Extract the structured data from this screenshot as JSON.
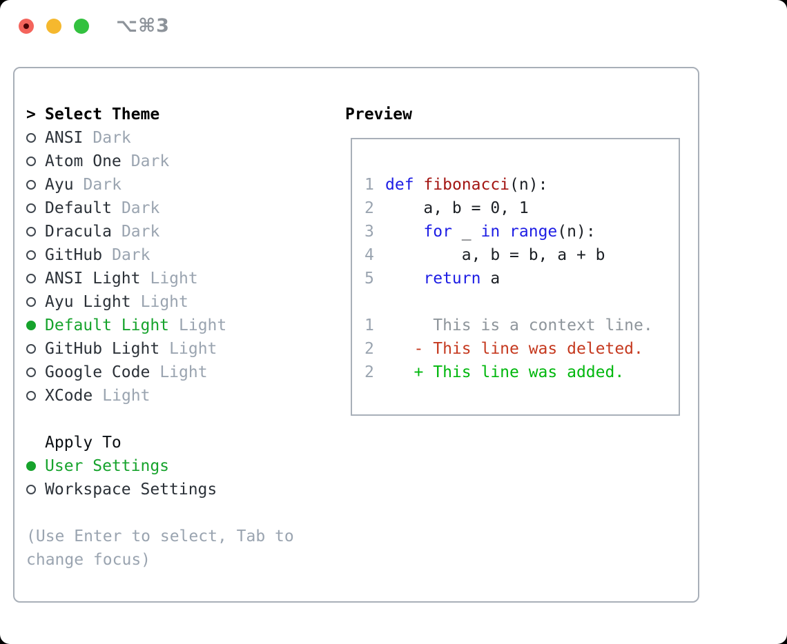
{
  "window": {
    "shortcut_label": "⌥⌘3"
  },
  "colors": {
    "traffic_red": "#f4645c",
    "traffic_red_dot": "#4a0406",
    "traffic_yellow": "#f5b82e",
    "traffic_green": "#33c13f",
    "panel_border": "#a8afb8",
    "text_primary": "#2b3138",
    "muted": "#9aa4b0",
    "selection_green": "#16a32c",
    "keyword_blue": "#1d1de4",
    "function_red": "#a31512",
    "code_plain": "#1b1f24",
    "context_gray": "#8e959b",
    "diff_red": "#c5391f",
    "diff_green": "#00b70d"
  },
  "theme_picker": {
    "header_prompt": ">",
    "header": "Select Theme",
    "themes": [
      {
        "name": "ANSI",
        "variant": "Dark",
        "selected": false
      },
      {
        "name": "Atom One",
        "variant": "Dark",
        "selected": false
      },
      {
        "name": "Ayu",
        "variant": "Dark",
        "selected": false
      },
      {
        "name": "Default",
        "variant": "Dark",
        "selected": false
      },
      {
        "name": "Dracula",
        "variant": "Dark",
        "selected": false
      },
      {
        "name": "GitHub",
        "variant": "Dark",
        "selected": false
      },
      {
        "name": "ANSI Light",
        "variant": "Light",
        "selected": false
      },
      {
        "name": "Ayu Light",
        "variant": "Light",
        "selected": false
      },
      {
        "name": "Default Light",
        "variant": "Light",
        "selected": true
      },
      {
        "name": "GitHub Light",
        "variant": "Light",
        "selected": false
      },
      {
        "name": "Google Code",
        "variant": "Light",
        "selected": false
      },
      {
        "name": "XCode",
        "variant": "Light",
        "selected": false
      }
    ],
    "apply_to": {
      "header": "Apply To",
      "options": [
        {
          "label": "User Settings",
          "selected": true
        },
        {
          "label": "Workspace Settings",
          "selected": false
        }
      ]
    },
    "help_text": "(Use Enter to select, Tab to change focus)"
  },
  "preview": {
    "title": "Preview",
    "lines": [
      {
        "num": "1",
        "tokens": [
          {
            "t": "def",
            "c": "kw"
          },
          {
            "t": " ",
            "c": "pl"
          },
          {
            "t": "fibonacci",
            "c": "fn"
          },
          {
            "t": "(n):",
            "c": "pl"
          }
        ]
      },
      {
        "num": "2",
        "tokens": [
          {
            "t": "    a, b = 0, 1",
            "c": "pl"
          }
        ]
      },
      {
        "num": "3",
        "tokens": [
          {
            "t": "    ",
            "c": "pl"
          },
          {
            "t": "for",
            "c": "kw"
          },
          {
            "t": " _ ",
            "c": "pl"
          },
          {
            "t": "in",
            "c": "kw"
          },
          {
            "t": " ",
            "c": "pl"
          },
          {
            "t": "range",
            "c": "kw"
          },
          {
            "t": "(n):",
            "c": "pl"
          }
        ]
      },
      {
        "num": "4",
        "tokens": [
          {
            "t": "        a, b = b, a + b",
            "c": "pl"
          }
        ]
      },
      {
        "num": "5",
        "tokens": [
          {
            "t": "    ",
            "c": "pl"
          },
          {
            "t": "return",
            "c": "kw"
          },
          {
            "t": " a",
            "c": "pl"
          }
        ]
      },
      {
        "num": "",
        "tokens": []
      },
      {
        "num": "1",
        "tokens": [
          {
            "t": "     This is a context line.",
            "c": "ctx"
          }
        ]
      },
      {
        "num": "2",
        "tokens": [
          {
            "t": "   - This line was deleted.",
            "c": "del"
          }
        ]
      },
      {
        "num": "2",
        "tokens": [
          {
            "t": "   + This line was added.",
            "c": "add"
          }
        ]
      }
    ]
  }
}
